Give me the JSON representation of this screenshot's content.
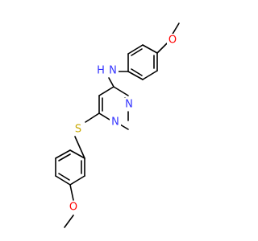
{
  "colors": {
    "background": "#ffffff",
    "bond": "#000000",
    "N": "#3333ff",
    "S": "#c8a800",
    "O": "#ff0000",
    "H": "#3333ff"
  },
  "atoms": {
    "amine_N": "N",
    "amine_H": "H",
    "ring_N1": "N",
    "ring_N3": "N",
    "sulfur": "S",
    "top_O": "O",
    "bottom_O": "O"
  }
}
